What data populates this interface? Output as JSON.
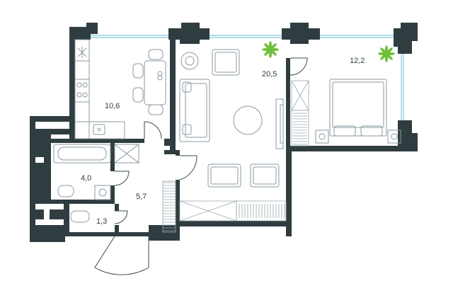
{
  "plan": {
    "background": "#ffffff",
    "wall_color": "#2f3d40",
    "window_color": "#7fc7d9",
    "plant_color": "#6fbf3b",
    "rooms": [
      {
        "id": "kitchen",
        "area": "10,6"
      },
      {
        "id": "living-room",
        "area": "20,5"
      },
      {
        "id": "bedroom",
        "area": "12,2"
      },
      {
        "id": "bathroom",
        "area": "4,0"
      },
      {
        "id": "hallway",
        "area": "5,7"
      },
      {
        "id": "toilet",
        "area": "1,3"
      }
    ],
    "icons": {
      "plant": "plant-icon",
      "stove": "stove-icon",
      "sink": "sink-icon"
    }
  }
}
